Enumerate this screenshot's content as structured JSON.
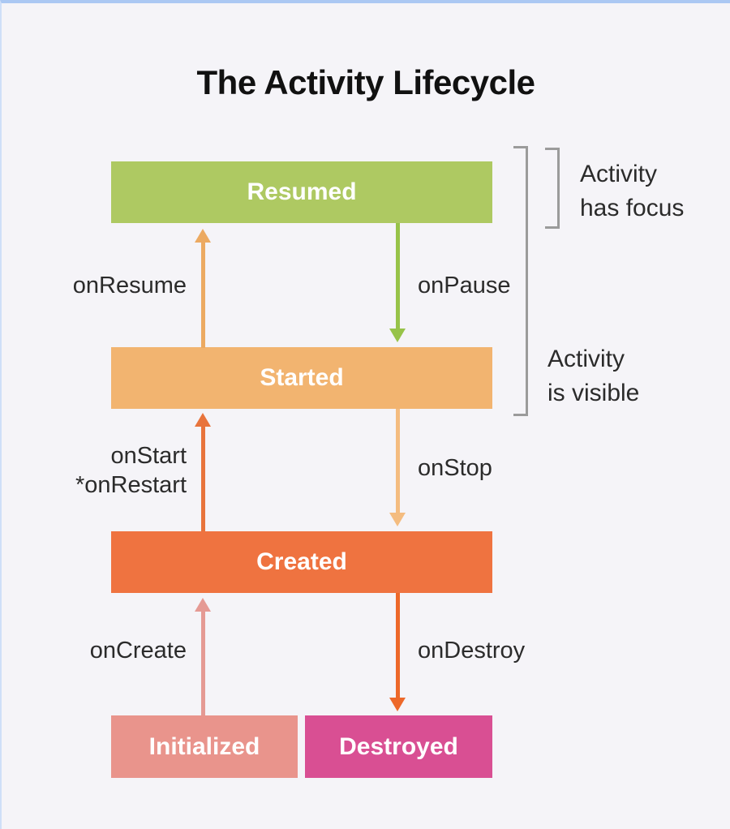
{
  "title": "The Activity Lifecycle",
  "states": {
    "resumed": {
      "label": "Resumed"
    },
    "started": {
      "label": "Started"
    },
    "created": {
      "label": "Created"
    },
    "initialized": {
      "label": "Initialized"
    },
    "destroyed": {
      "label": "Destroyed"
    }
  },
  "transitions": {
    "on_resume": {
      "label": "onResume"
    },
    "on_pause": {
      "label": "onPause"
    },
    "on_start": {
      "label": "onStart"
    },
    "on_restart": {
      "label": "*onRestart"
    },
    "on_stop": {
      "label": "onStop"
    },
    "on_create": {
      "label": "onCreate"
    },
    "on_destroy": {
      "label": "onDestroy"
    }
  },
  "annotations": {
    "has_focus": {
      "line1": "Activity",
      "line2": "has focus"
    },
    "is_visible": {
      "line1": "Activity",
      "line2": "is visible"
    }
  },
  "colors": {
    "background": "#f5f4f8",
    "frame_top": "#abc8f3",
    "frame_left": "#cfdff8",
    "title_text": "#111111",
    "label_text": "#2b2b2b",
    "box_text": "#ffffff",
    "bracket": "#9b9b9b",
    "resumed_box": "#aec962",
    "started_box": "#f2b470",
    "created_box": "#ef7340",
    "initialized_box": "#e9948c",
    "destroyed_box": "#d94f93",
    "arrow_on_resume": "#ecaa62",
    "arrow_on_pause": "#97c349",
    "arrow_on_start": "#e8743c",
    "arrow_on_stop": "#f4bc80",
    "arrow_on_create": "#e59a94",
    "arrow_on_destroy": "#ed682a"
  }
}
